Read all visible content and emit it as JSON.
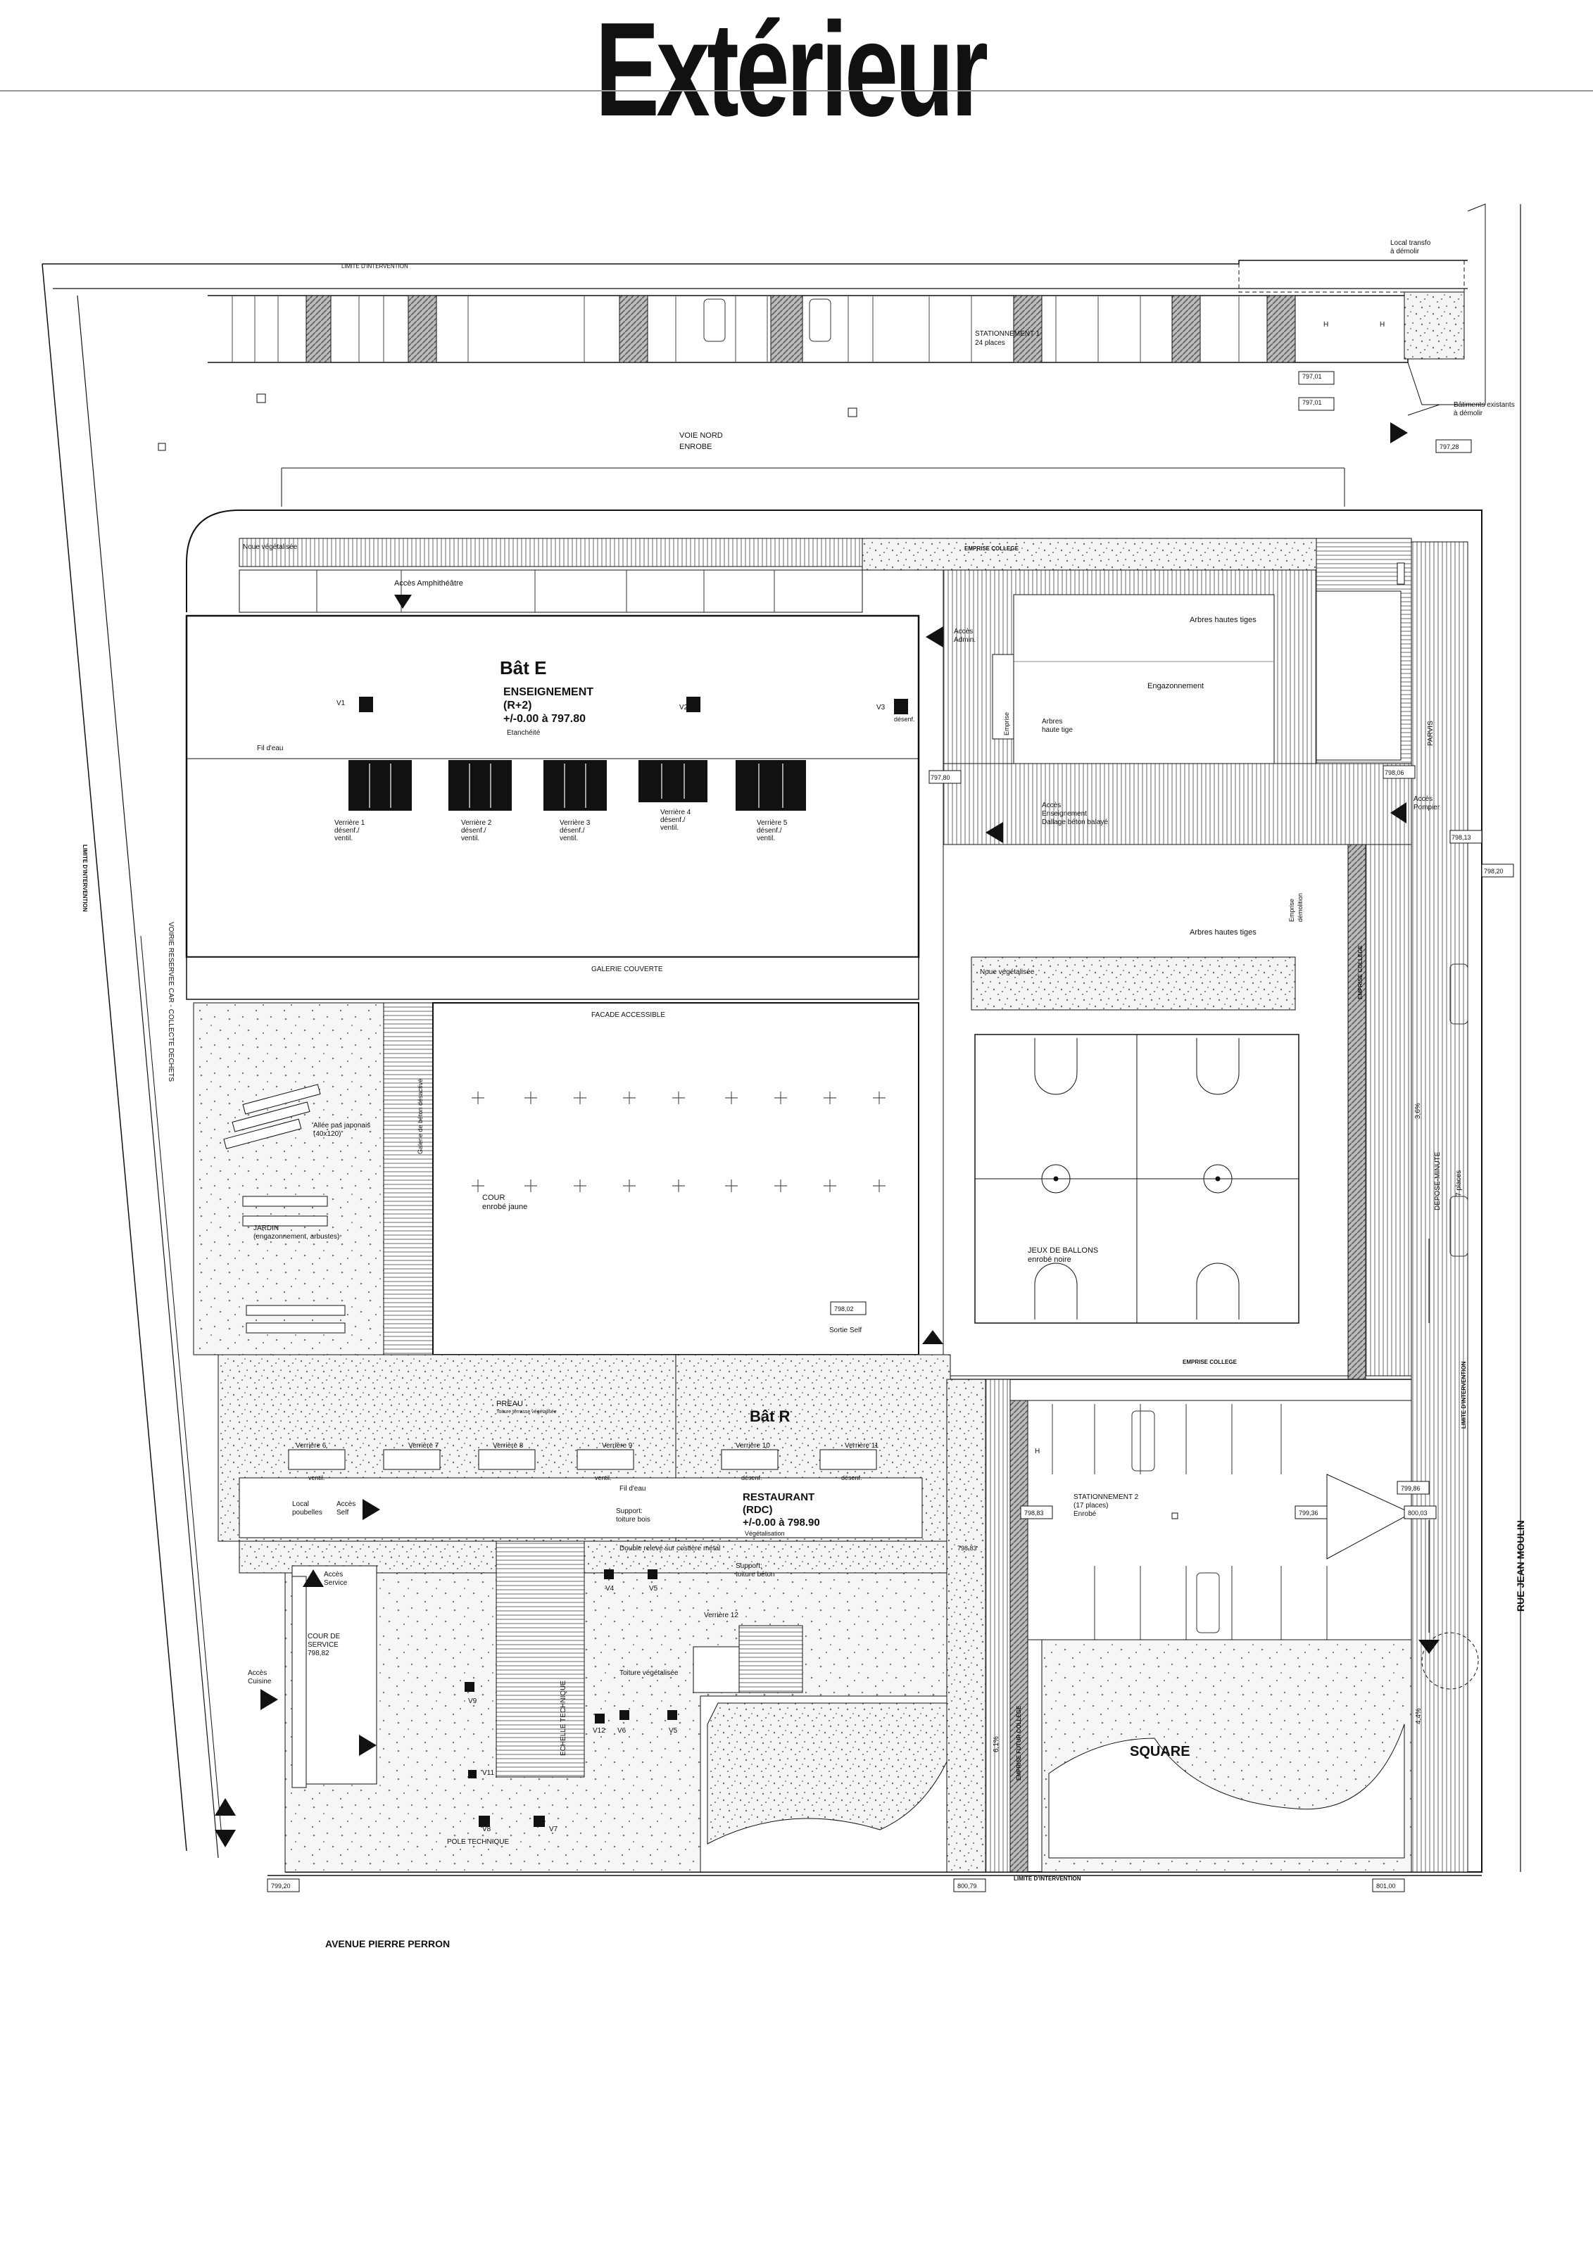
{
  "title": "Extérieur",
  "buildings": {
    "bat_e": {
      "name": "Bât E",
      "usage": "ENSEIGNEMENT",
      "levels": "(R+2)",
      "altitude": "+/-0.00 à 797.80",
      "roof": "Etanchéité"
    },
    "bat_r": {
      "name": "Bât R",
      "usage": "RESTAURANT",
      "levels": "(RDC)",
      "altitude": "+/-0.00 à 798.90",
      "roof": "Végétalisation"
    }
  },
  "streets": {
    "south": "AVENUE PIERRE PERRON",
    "east": "RUE JEAN MOULIN",
    "north_road": "VOIE NORD",
    "north_road_surface": "ENROBE",
    "west_reserved": "VOIRIE RESERVEE CAR - COLLECTE DECHETS"
  },
  "labels": {
    "limite_intervention": "LIMITE D'INTERVENTION",
    "stationnement1": "STATIONNEMENT 1",
    "stationnement1_places": "24 places",
    "local_transfo": "Local transfo",
    "local_transfo_2": "à démolir",
    "batiments_existants": "Bâtiments existants",
    "batiments_existants_2": "à démolir",
    "noue_vegetalisee": "Noue végétalisée",
    "emprise_college": "EMPRISE COLLEGE",
    "acces_amphitheatre": "Accès Amphithéâtre",
    "acces_admin": "Accès",
    "acces_admin_2": "Admin.",
    "arbres_hautes_tiges": "Arbres hautes tiges",
    "engazonnement": "Engazonnement",
    "arbres_haute_tige": "Arbres",
    "arbres_haute_tige_2": "haute tige",
    "fil_deau": "Fil d'eau",
    "acces_enseignement": "Accès",
    "acces_enseignement_2": "Enseignement",
    "acces_enseignement_3": "Dallage béton balayé",
    "acces_pompier": "Accès",
    "acces_pompier_2": "Pompier",
    "parvis": "PARVIS",
    "galerie_couverte": "GALERIE COUVERTE",
    "facade_accessible": "FACADE ACCESSIBLE",
    "allee_pas_japonais": "Allée pas japonais",
    "allee_pas_japonais_2": "(40x120)",
    "jardin": "JARDIN",
    "jardin_2": "(engazonnement, arbustes)",
    "galerie_beton": "Galerie de béton désactivé",
    "cour": "COUR",
    "cour_2": "enrobé jaune",
    "sortie_self": "Sortie Self",
    "jeux_de_ballons": "JEUX DE BALLONS",
    "jeux_de_ballons_2": "enrobé noire",
    "depose_minute": "DEPOSE-MINUTE",
    "sept_places": "7 places",
    "preau": "PREAU",
    "preau_2": "Toiture terrasse végétalisée",
    "local_poubelles": "Local",
    "local_poubelles_2": "poubelles",
    "acces_self": "Accès",
    "acces_self_2": "Self",
    "support_toiture_bois": "Support:",
    "support_toiture_bois_2": "toiture bois",
    "double_releve": "Double relevé sur costière métal",
    "support_toiture_beton": "Support:",
    "support_toiture_beton_2": "toiture béton",
    "acces_service": "Accès",
    "acces_service_2": "Service",
    "cour_de_service": "COUR DE",
    "cour_de_service_2": "SERVICE",
    "acces_cuisine": "Accès",
    "acces_cuisine_2": "Cuisine",
    "toiture_vegetalisee": "Toiture végétalisée",
    "ecole_technique": "ECHELLE TECHNIQUE",
    "pole_technique": "POLE TECHNIQUE",
    "stationnement2": "STATIONNEMENT 2",
    "stationnement2_places": "(17 places)",
    "stationnement2_surface": "Enrobé",
    "square": "SQUARE",
    "emprise_futur_college": "EMPRISE FUTUR COLLEGE",
    "emprise_collectivite": "EMPRISE COLLEGE",
    "emprise_demolition": "Emprise",
    "emprise_demolition_2": "démolition",
    "h": "H"
  },
  "verrieres": [
    {
      "name": "Verrière 1",
      "note": "désenf./",
      "note2": "ventil."
    },
    {
      "name": "Verrière 2",
      "note": "désenf./",
      "note2": "ventil."
    },
    {
      "name": "Verrière 3",
      "note": "désenf./",
      "note2": "ventil."
    },
    {
      "name": "Verrière 4",
      "note": "désenf./",
      "note2": "ventil."
    },
    {
      "name": "Verrière 5",
      "note": "désenf./",
      "note2": "ventil."
    }
  ],
  "verrieres_r": [
    "Verrière 6",
    "Verrière 7",
    "Verrière 8",
    "Verrière 9",
    "Verrière 10",
    "Verrière 11"
  ],
  "verriere12": "Verrière 12",
  "small_vents": {
    "V1": "V1",
    "V2": "V2",
    "V3": "V3",
    "V3_note": "désenf.",
    "V4": "V4",
    "V5": "V5",
    "V6": "V6",
    "V7": "V7",
    "V8": "V8",
    "V9": "V9",
    "V11": "V11",
    "V12": "V12",
    "V5b": "V5",
    "ventil": "ventil.",
    "desenf": "désenf."
  },
  "levels": {
    "l1": "797,01",
    "l2": "797,01",
    "l3": "797,28",
    "l4": "797,80",
    "l5": "798,06",
    "l6": "798,13",
    "l7": "798,20",
    "l8": "798,02",
    "l9": "798,83",
    "l10": "798,83",
    "l11": "799,36",
    "l12": "799,86",
    "l13": "800,03",
    "l14": "798,82",
    "l15": "799,20",
    "l16": "800,79",
    "l17": "801,00"
  },
  "slopes": {
    "s1": "3,6%",
    "s2": "6,1%",
    "s3": "4,4%"
  },
  "colors": {
    "line": "#111111",
    "hatch": "#555555",
    "gravel": "#e4e4e4"
  }
}
